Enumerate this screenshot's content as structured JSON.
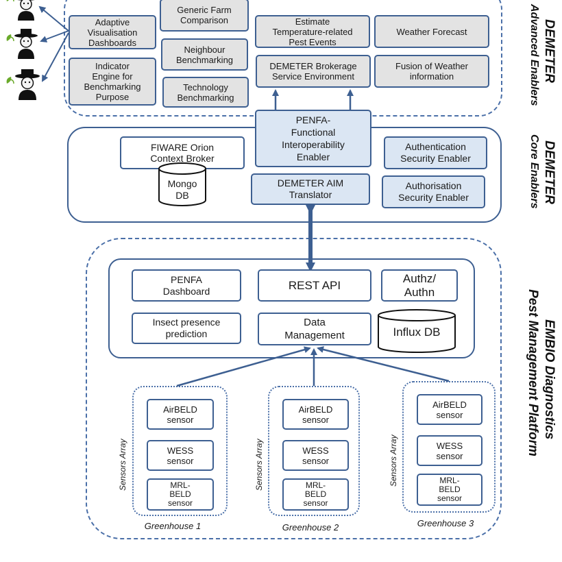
{
  "advanced": {
    "title": "DEMETER",
    "subtitle": "Advanced Enablers",
    "boxes": {
      "adaptive": "Adaptive\nVisualisation\nDashboards",
      "indicator": "Indicator\nEngine for\nBenchmarking\nPurpose",
      "generic": "Generic Farm\nComparison",
      "neighbour": "Neighbour\nBenchmarking",
      "technology": "Technology\nBenchmarking",
      "estimate": "Estimate\nTemperature-related\nPest Events",
      "brokerage": "DEMETER Brokerage\nService Environment",
      "weather": "Weather Forecast",
      "fusion": "Fusion of Weather\ninformation"
    }
  },
  "core": {
    "title": "DEMETER",
    "subtitle": "Core Enablers",
    "boxes": {
      "fiware": "FIWARE  Orion\nContext Broker",
      "mongo": "Mongo\nDB",
      "penfa": "PENFA-\nFunctional\nInteroperability\nEnabler",
      "aim": "DEMETER AIM\nTranslator",
      "authentication": "Authentication\nSecurity Enabler",
      "authorisation": "Authorisation\nSecurity Enabler"
    }
  },
  "embio": {
    "title": "EMBIO Diagnostics",
    "subtitle": "Pest  Management Platform",
    "boxes": {
      "dashboard": "PENFA\nDashboard",
      "rest": "REST API",
      "authz": "Authz/\nAuthn",
      "insect": "Insect presence\nprediction",
      "data": "Data\nManagement",
      "influx": "Influx DB"
    },
    "greenhouses": [
      {
        "label": "Greenhouse 1",
        "array": "Sensors Array",
        "sensors": [
          "AirBELD\nsensor",
          "WESS\nsensor",
          "MRL-\nBELD\nsensor"
        ]
      },
      {
        "label": "Greenhouse 2",
        "array": "Sensors Array",
        "sensors": [
          "AirBELD\nsensor",
          "WESS\nsensor",
          "MRL-\nBELD\nsensor"
        ]
      },
      {
        "label": "Greenhouse 3",
        "array": "Sensors Array",
        "sensors": [
          "AirBELD\nsensor",
          "WESS\nsensor",
          "MRL-\nBELD\nsensor"
        ]
      }
    ]
  },
  "colors": {
    "border": "#3d5f91",
    "grey_fill": "#e3e3e3",
    "blue_fill": "#dbe6f3",
    "farmer_leaf": "#6aaa2a"
  }
}
